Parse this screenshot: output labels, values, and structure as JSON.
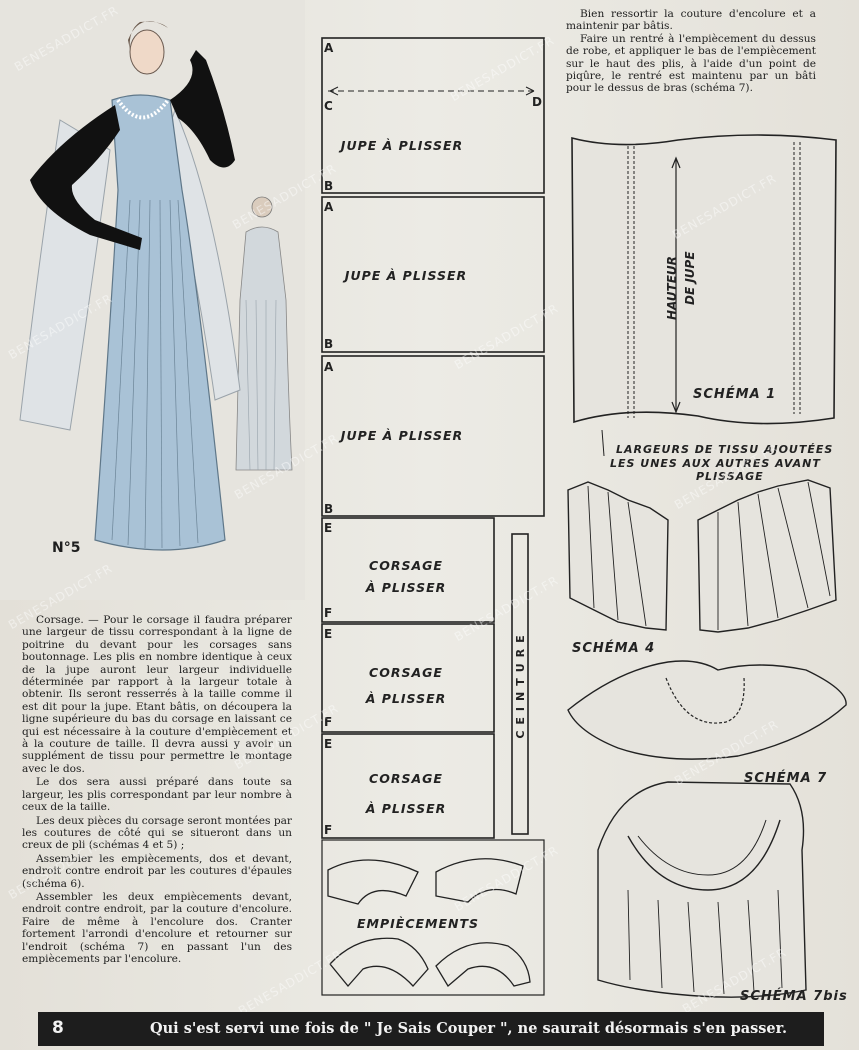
{
  "figure": {
    "number": "N°5"
  },
  "left_text": [
    "Corsage. — Pour le corsage il faudra préparer une largeur de tissu correspondant à la ligne de poitrine du devant pour les corsages sans boutonnage. Les plis en nombre identique à ceux de la jupe auront leur largeur individuelle déterminée par rapport à la largeur totale à obtenir. Ils seront resserrés à la taille comme il est dit pour la jupe. Etant bâtis, on découpera la ligne supérieure du bas du corsage en laissant ce qui est nécessaire à la couture d'empiècement et à la couture de taille. Il devra aussi y avoir un supplément de tissu pour permettre le montage avec le dos.",
    "Le dos sera aussi préparé dans toute sa largeur, les plis correspondant par leur nombre à ceux de la taille.",
    "Les deux pièces du corsage seront montées par les coutures de côté qui se situeront dans un creux de pli (schémas 4 et 5) ;",
    "Assembler les empiècements, dos et devant, endroit contre endroit par les coutures d'épaules (schéma 6).",
    "Assembler les deux empiècements devant, endroit contre endroit, par la couture d'encolure. Faire de même à l'encolure dos. Cranter fortement l'arrondi d'encolure et retourner sur l'endroit (schéma 7) en passant l'un des empiècements par l'encolure."
  ],
  "right_text": [
    "Bien ressortir la couture d'encolure et a maintenir par bâtis.",
    "Faire un rentré à l'empiècement du dessus de robe, et appliquer le bas de l'empiècement sur le haut des plis, à l'aide d'un point de piqûre, le rentré est maintenu par un bâti pour le dessus de bras (schéma 7)."
  ],
  "pattern": {
    "letters": {
      "a": "A",
      "b": "B",
      "c": "C",
      "d": "D",
      "e": "E",
      "f": "F"
    },
    "jupe_label": "JUPE À PLISSER",
    "corsage_line1": "CORSAGE",
    "corsage_line2": "À PLISSER",
    "ceinture": "CEINTURE",
    "empiecements": "EMPIÈCEMENTS"
  },
  "schemas": {
    "s1": "SCHÉMA 1",
    "hauteur_1": "HAUTEUR",
    "hauteur_2": "DE JUPE",
    "note_1": "LARGEURS DE TISSU AJOUTÉES",
    "note_2": "LES UNES AUX AUTRES AVANT",
    "note_3": "PLISSAGE",
    "s4": "SCHÉMA 4",
    "s7": "SCHÉMA 7",
    "s7bis": "SCHÉMA 7bis"
  },
  "footer": {
    "page_number": "8",
    "slogan": "Qui s'est servi une fois de \" Je Sais Couper \", ne saurait désormais s'en passer."
  },
  "watermark": "BENESADDICT.FR"
}
